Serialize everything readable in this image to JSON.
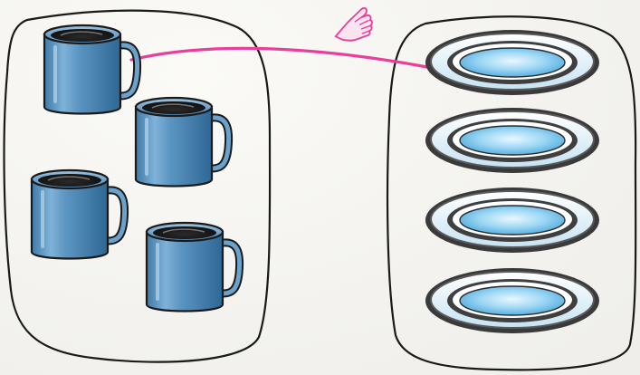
{
  "scene": {
    "left_group": {
      "object": "mug",
      "count": 4
    },
    "right_group": {
      "object": "plate",
      "count": 4
    },
    "matching_line": {
      "from": "mug-1",
      "to": "plate-1",
      "color": "#e8409a"
    },
    "pointer": {
      "icon": "pointing-hand-icon",
      "color": "#e8409a"
    }
  },
  "colors": {
    "outline": "#1a1a1a",
    "mug_body": "#5b95c2",
    "mug_highlight": "#9fc6e3",
    "mug_shadow": "#2f6a97",
    "plate_rim": "#4a4a4a",
    "plate_center": "#8fd0f2",
    "match_line": "#e8409a"
  }
}
